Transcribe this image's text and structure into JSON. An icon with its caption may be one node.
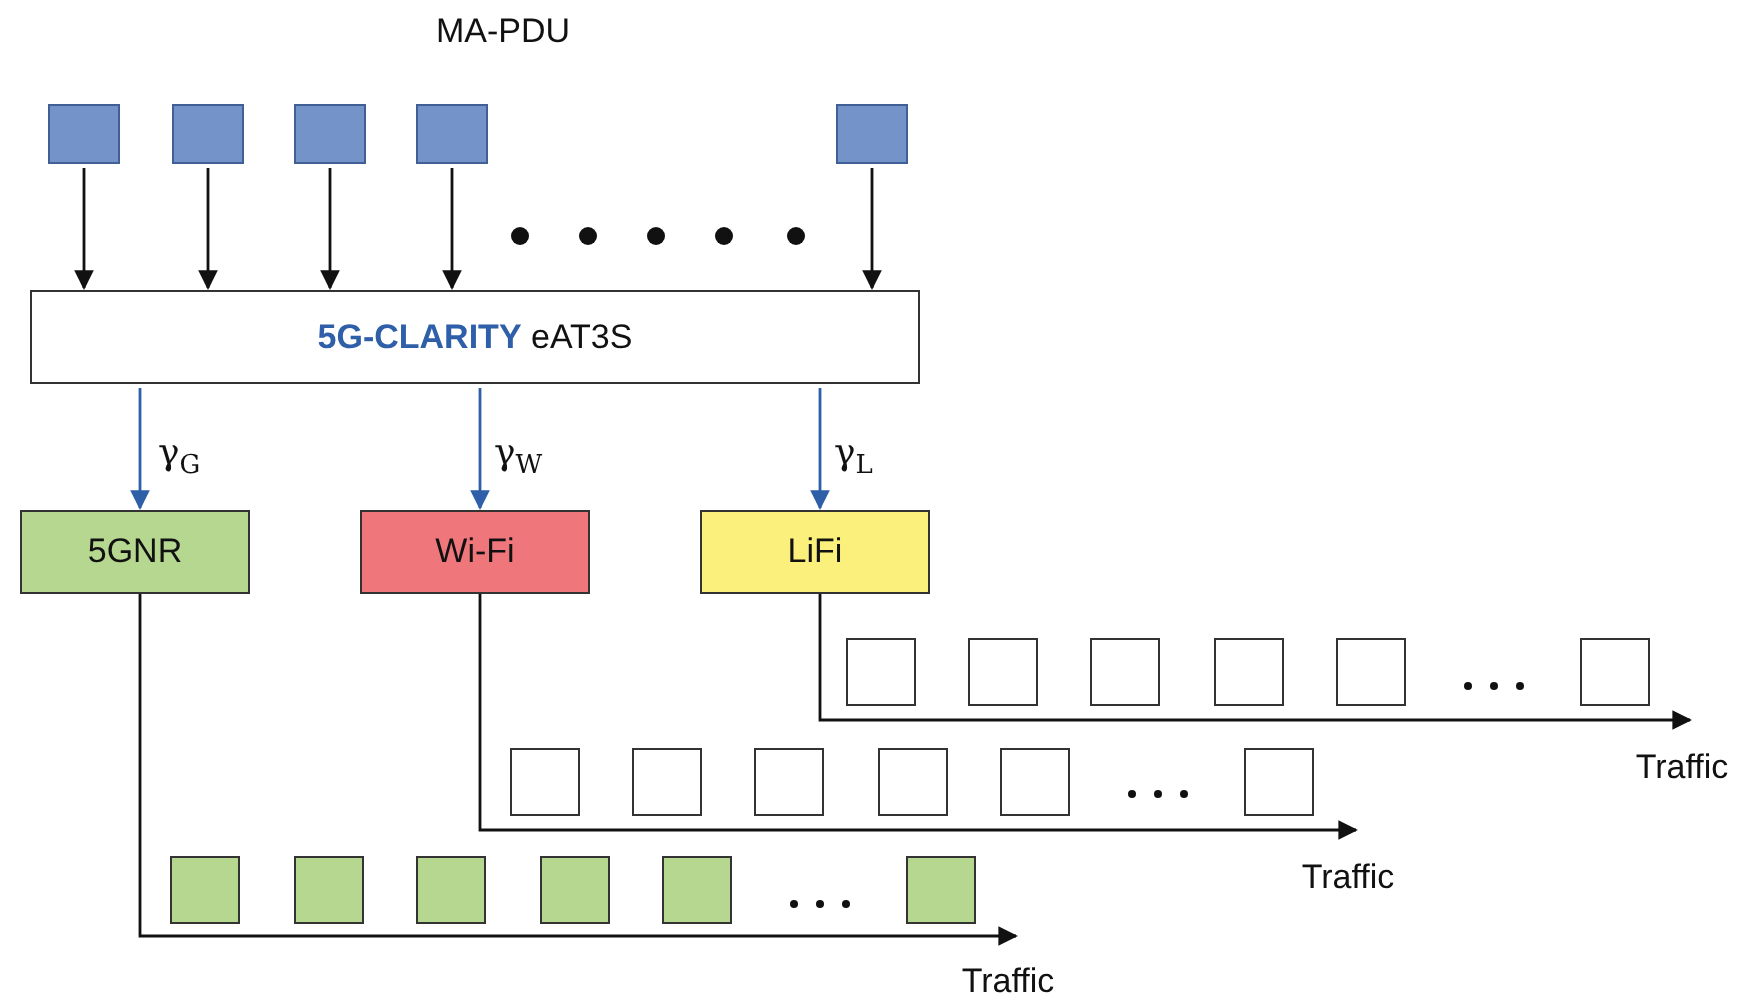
{
  "diagram": {
    "nodes": [
      {
        "text": [],
        "shape": "box"
      },
      {
        "text": [],
        "shape": "box"
      },
      {
        "text": [],
        "shape": "box"
      },
      {
        "text": [],
        "shape": "box"
      },
      {
        "text": [],
        "shape": "box"
      },
      {
        "text": [
          "**5G-CLARITY** eAT3S"
        ]
      },
      {
        "text": [
          "5GNR"
        ]
      },
      {
        "text": [
          "Wi-Fi"
        ]
      },
      {
        "text": [
          "LiFi"
        ]
      },
      {
        "text": [],
        "shape": "box"
      },
      {
        "text": [],
        "shape": "box"
      },
      {
        "text": [],
        "shape": "box"
      },
      {
        "text": [],
        "shape": "box"
      },
      {
        "text": [],
        "shape": "box"
      },
      {
        "text": [],
        "shape": "box"
      },
      {
        "text": [],
        "shape": "box"
      },
      {
        "text": [],
        "shape": "box"
      },
      {
        "text": [],
        "shape": "box"
      },
      {
        "text": [],
        "shape": "box"
      },
      {
        "text": [],
        "shape": "box"
      },
      {
        "text": [],
        "shape": "box"
      },
      {
        "text": [],
        "shape": "box"
      },
      {
        "text": [],
        "shape": "box"
      },
      {
        "text": [],
        "shape": "box"
      },
      {
        "text": [],
        "shape": "box"
      },
      {
        "text": [],
        "shape": "box"
      },
      {
        "text": [],
        "shape": "box"
      },
      {
        "text": [
          "Traffic"
        ]
      },
      {
        "text": [
          "Traffic"
        ]
      },
      {
        "text": [
          "Traffic"
        ]
      }
    ],
    "edges": [
      {
        "from": 0,
        "to": 5,
        "arrow": "to"
      },
      {
        "from": 1,
        "to": 5,
        "arrow": "to"
      },
      {
        "from": 2,
        "to": 5,
        "arrow": "to"
      },
      {
        "from": 3,
        "to": 5,
        "arrow": "to"
      },
      {
        "from": 4,
        "to": 5,
        "arrow": "to"
      },
      {
        "from": 5,
        "to": 6,
        "arrow": "to",
        "label": "γ$_{G}$",
        "color": "#2e5fa8"
      },
      {
        "from": 5,
        "to": 7,
        "arrow": "to",
        "label": "γ$_{W}$",
        "color": "#2e5fa8"
      },
      {
        "from": 5,
        "to": 8,
        "arrow": "to",
        "label": "γ$_{L}$",
        "color": "#2e5fa8"
      },
      {
        "from": 6,
        "to": 29,
        "arrow": "to"
      },
      {
        "from": 7,
        "to": 28,
        "arrow": "to"
      },
      {
        "from": 8,
        "to": 27,
        "arrow": "to"
      }
    ],
    "labels": [
      "MA-PDU"
    ]
  }
}
